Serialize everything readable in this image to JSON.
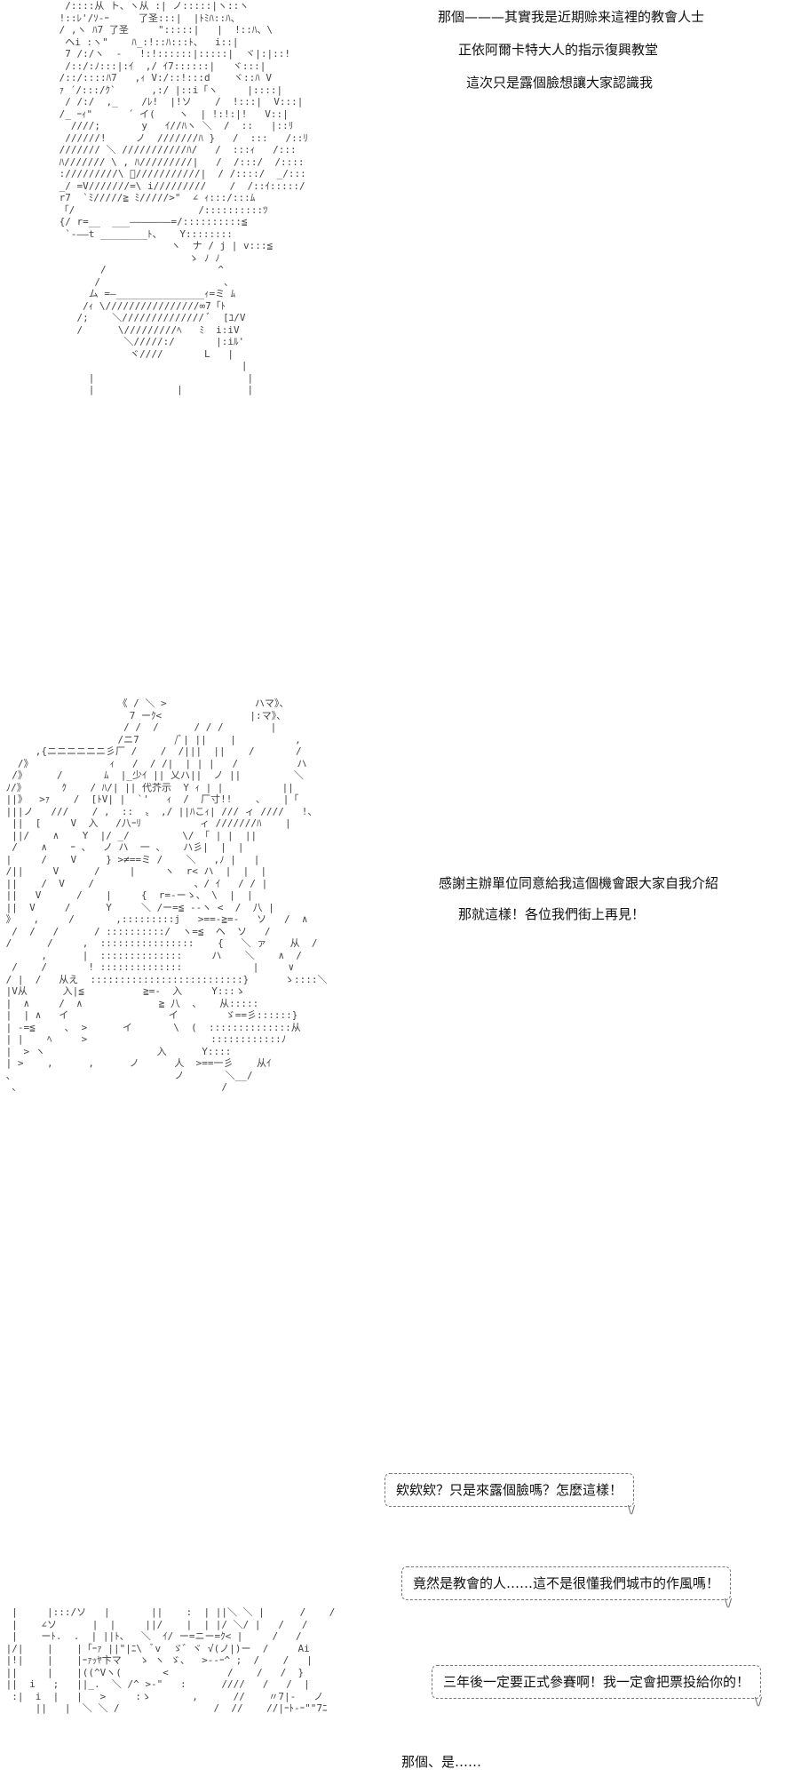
{
  "scene1": {
    "lines": [
      "那個———其實我是近期赊来這裡的教會人士",
      "正依阿爾卡特大人的指示復興教堂",
      "這次只是露個臉想讓大家認識我"
    ]
  },
  "scene2": {
    "lines": [
      "感謝主辦單位同意給我這個機會跟大家自我介紹",
      "那就這樣！各位我們街上再見！"
    ]
  },
  "scene3": {
    "bubbles": [
      "欸欸欸？只是來露個臉嗎？怎麼這樣！",
      "竟然是教會的人……這不是很懂我們城市的作風嗎！",
      "三年後一定要正式參賽啊！我一定會把票投給你的！"
    ],
    "reply": "那個、是……"
  }
}
